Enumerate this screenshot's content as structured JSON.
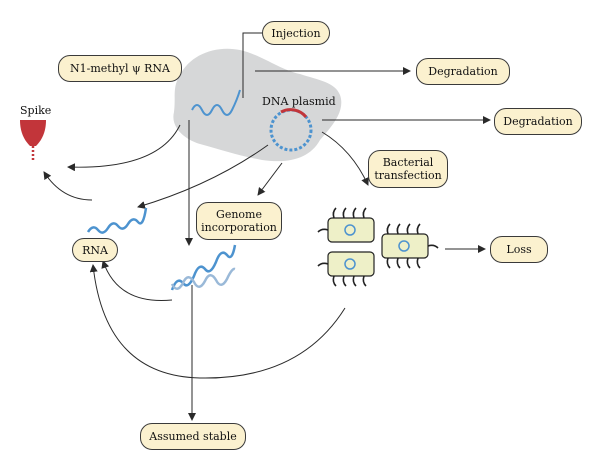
{
  "labels": {
    "injection": "Injection",
    "modified_rna": "N1-methyl ψ RNA",
    "degradation_1": "Degradation",
    "dna_plasmid": "DNA plasmid",
    "degradation_2": "Degradation",
    "spike": "Spike",
    "bacterial_transfection": "Bacterial transfection",
    "genome_incorporation": "Genome incorporation",
    "rna": "RNA",
    "loss": "Loss",
    "assumed_stable": "Assumed stable"
  },
  "colors": {
    "label_fill": "#fbf1cf",
    "blob": "#d6d7d8",
    "strand": "#4d93cf",
    "spike": "#c2353a",
    "bacteria": "#eef0c8",
    "arrow": "#2a2a2a"
  }
}
